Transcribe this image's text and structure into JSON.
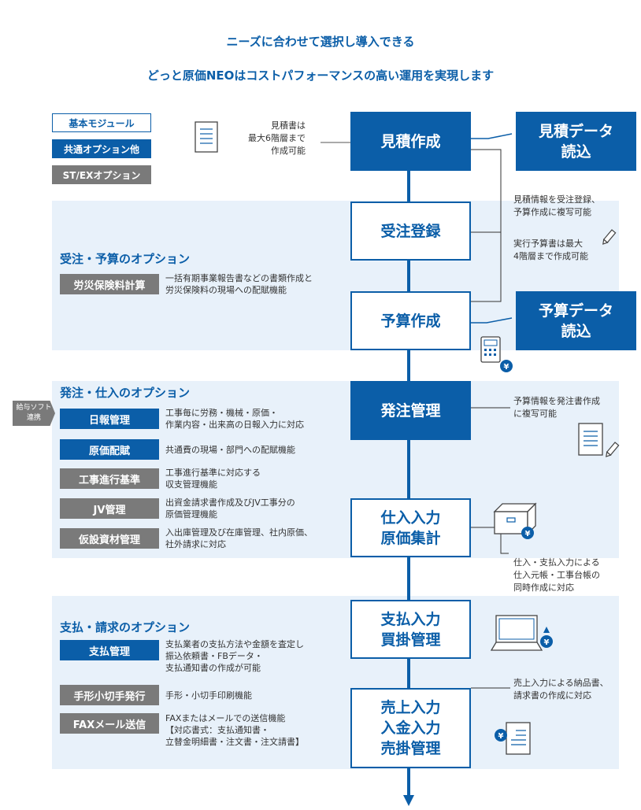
{
  "header": {
    "line1": "ニーズに合わせて選択し導入できる",
    "line2": "どっと原価NEOはコストパフォーマンスの高い運用を実現します"
  },
  "legend": {
    "basic": "基本モジュール",
    "common": "共通オプション他",
    "stex": "ST/EXオプション"
  },
  "flow": {
    "estimate": "見積作成",
    "order_receive": "受注登録",
    "budget": "予算作成",
    "purchase_order": "発注管理",
    "purchase_input_l1": "仕入入力",
    "purchase_input_l2": "原価集計",
    "payment_l1": "支払入力",
    "payment_l2": "買掛管理",
    "sales_l1": "売上入力",
    "sales_l2": "入金入力",
    "sales_l3": "売掛管理"
  },
  "import_boxes": {
    "estimate_import_l1": "見積データ",
    "estimate_import_l2": "読込",
    "budget_import_l1": "予算データ",
    "budget_import_l2": "読込"
  },
  "notes": {
    "estimate_l1": "見積書は",
    "estimate_l2": "最大6階層まで",
    "estimate_l3": "作成可能",
    "copy_l1": "見積情報を受注登録、",
    "copy_l2": "予算作成に複写可能",
    "budget_l1": "実行予算書は最大",
    "budget_l2": "4階層まで作成可能",
    "po_l1": "予算情報を発注書作成",
    "po_l2": "に複写可能",
    "purchase_l1": "仕入・支払入力による",
    "purchase_l2": "仕入元帳・工事台帳の",
    "purchase_l3": "同時作成に対応",
    "sales_l1": "売上入力による納品書、",
    "sales_l2": "請求書の作成に対応"
  },
  "sections": {
    "order_budget": {
      "title": "受注・予算のオプション",
      "items": [
        {
          "label": "労災保険料計算",
          "desc_l1": "一括有期事業報告書などの書類作成と",
          "desc_l2": "労災保険料の現場への配賦機能"
        }
      ]
    },
    "purchase": {
      "title": "発注・仕入のオプション",
      "side_tag_l1": "給与ソフト",
      "side_tag_l2": "連携",
      "items": [
        {
          "label": "日報管理",
          "desc_l1": "工事毎に労務・機械・原価・",
          "desc_l2": "作業内容・出来高の日報入力に対応"
        },
        {
          "label": "原価配賦",
          "desc_l1": "共通費の現場・部門への配賦機能",
          "desc_l2": ""
        },
        {
          "label": "工事進行基準",
          "desc_l1": "工事進行基準に対応する",
          "desc_l2": "収支管理機能"
        },
        {
          "label": "JV管理",
          "desc_l1": "出資金請求書作成及びJV工事分の",
          "desc_l2": "原価管理機能"
        },
        {
          "label": "仮設資材管理",
          "desc_l1": "入出庫管理及び在庫管理、社内原価、",
          "desc_l2": "社外請求に対応"
        }
      ]
    },
    "payment": {
      "title": "支払・請求のオプション",
      "items": [
        {
          "label": "支払管理",
          "desc_l1": "支払業者の支払方法や金額を査定し",
          "desc_l2": "振込依頼書・FBデータ・",
          "desc_l3": "支払通知書の作成が可能"
        },
        {
          "label": "手形小切手発行",
          "desc_l1": "手形・小切手印刷機能"
        },
        {
          "label": "FAXメール送信",
          "desc_l1": "FAXまたはメールでの送信機能",
          "desc_l2": "【対応書式：支払通知書・",
          "desc_l3": "立替金明細書・注文書・注文請書】"
        }
      ]
    }
  },
  "icons": {
    "document": "document-icon",
    "pencil": "pencil-icon",
    "calculator": "calculator-icon",
    "yen": "yen-icon",
    "box": "box-icon",
    "laptop": "laptop-icon",
    "invoice": "invoice-icon"
  },
  "colors": {
    "brand_blue": "#0b5ea8",
    "option_gray": "#7a7a7a",
    "panel_bg": "#e8f1fa"
  }
}
